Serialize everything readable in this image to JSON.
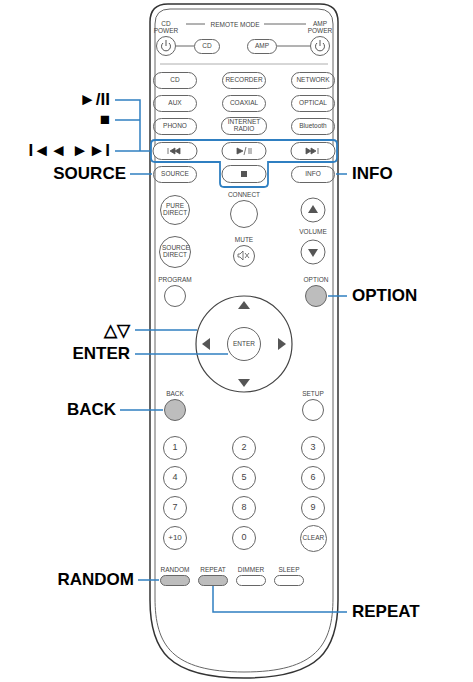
{
  "diagram": {
    "nodes": [
      {
        "text": [
          "CD POWER"
        ]
      },
      {
        "text": [
          "CD"
        ]
      },
      {
        "text": [
          "AMP"
        ]
      },
      {
        "text": [
          "AMP POWER"
        ]
      },
      {
        "text": [
          "CD"
        ]
      },
      {
        "text": [
          "RECORDER"
        ]
      },
      {
        "text": [
          "NETWORK"
        ]
      },
      {
        "text": [
          "AUX"
        ]
      },
      {
        "text": [
          "COAXIAL"
        ]
      },
      {
        "text": [
          "OPTICAL"
        ]
      },
      {
        "text": [
          "PHONO"
        ]
      },
      {
        "text": [
          "INTERNET RADIO"
        ]
      },
      {
        "text": [
          "Bluetooth"
        ]
      },
      {
        "text": [
          "SOURCE"
        ]
      },
      {
        "text": [
          "INFO"
        ]
      },
      {
        "text": [
          "PURE DIRECT"
        ]
      },
      {
        "text": [
          "CONNECT"
        ]
      },
      {
        "text": [
          "SOURCE DIRECT"
        ]
      },
      {
        "text": [
          "MUTE"
        ]
      },
      {
        "text": [
          "PROGRAM"
        ]
      },
      {
        "text": [
          "OPTION"
        ]
      },
      {
        "text": [
          "ENTER"
        ]
      },
      {
        "text": [
          "BACK"
        ]
      },
      {
        "text": [
          "SETUP"
        ]
      },
      {
        "text": [
          "1"
        ]
      },
      {
        "text": [
          "2"
        ]
      },
      {
        "text": [
          "3"
        ]
      },
      {
        "text": [
          "4"
        ]
      },
      {
        "text": [
          "5"
        ]
      },
      {
        "text": [
          "6"
        ]
      },
      {
        "text": [
          "7"
        ]
      },
      {
        "text": [
          "8"
        ]
      },
      {
        "text": [
          "9"
        ]
      },
      {
        "text": [
          "+10"
        ]
      },
      {
        "text": [
          "0"
        ]
      },
      {
        "text": [
          "CLEAR"
        ]
      },
      {
        "text": [
          "RANDOM"
        ]
      },
      {
        "text": [
          "REPEAT"
        ]
      },
      {
        "text": [
          "DIMMER"
        ]
      },
      {
        "text": [
          "SLEEP"
        ]
      }
    ],
    "labels": [
      "REMOTE MODE",
      "VOLUME",
      "►/II",
      "■",
      "I◄◄ ►►I",
      "SOURCE",
      "INFO",
      "OPTION",
      "△▽",
      "ENTER",
      "BACK",
      "RANDOM",
      "REPEAT"
    ]
  }
}
